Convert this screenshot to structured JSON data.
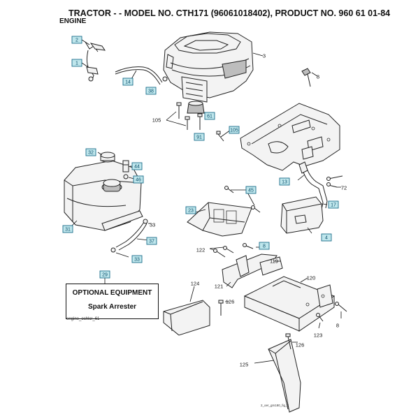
{
  "header": {
    "title": "TRACTOR - - MODEL NO. CTH171 (96061018402), PRODUCT NO. 960 61 01-84",
    "subtitle": "ENGINE"
  },
  "optional_box": {
    "title": "OPTIONAL EQUIPMENT",
    "subtitle": "Spark Arrester"
  },
  "captions": {
    "drawing_ref": "engine_ochlcr_61",
    "file_ref": "2_oer_gm180_fig_7"
  },
  "callouts": {
    "boxed": [
      "2",
      "1",
      "14",
      "38",
      "61",
      "91",
      "105",
      "32",
      "44",
      "46",
      "31",
      "37",
      "33",
      "29",
      "13",
      "17",
      "4",
      "45",
      "23",
      "8"
    ],
    "plain": [
      "3",
      "8",
      "105",
      "72",
      "33",
      "122",
      "119",
      "121",
      "120",
      "124",
      "126",
      "123",
      "8",
      "126",
      "125"
    ]
  }
}
